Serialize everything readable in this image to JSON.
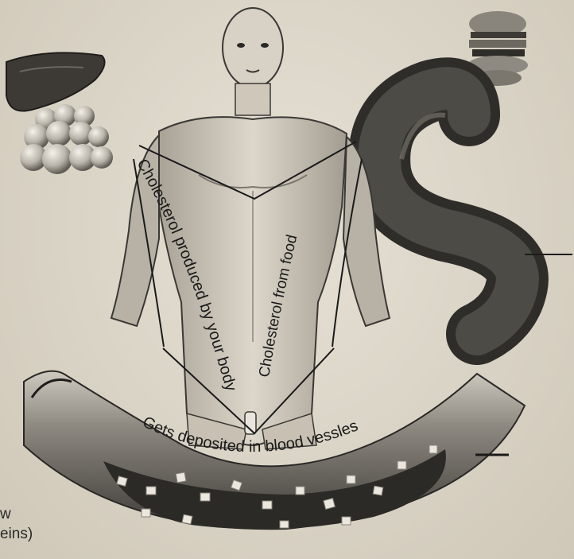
{
  "labels": {
    "produced_by_body": "Cholesterol produced by your body",
    "from_food": "Cholesterol from food",
    "deposited": "Gets deposited in blood vessles"
  },
  "edge_fragments": {
    "line1": "w",
    "line2": "eins)"
  },
  "colors": {
    "paper": "#d9d4c7",
    "ink": "#1a1a1a",
    "organ_dark": "#3a3835",
    "skin": "#cfc8ba"
  }
}
